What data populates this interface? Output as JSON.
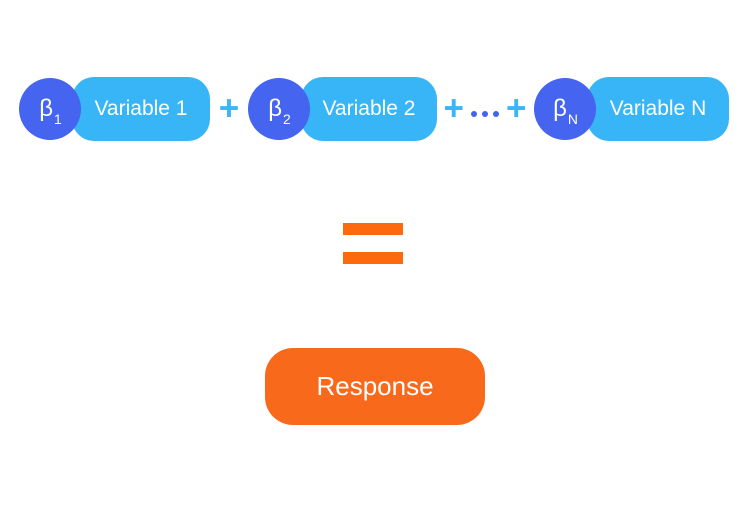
{
  "diagram": {
    "title_hint": "linear-model-equation",
    "terms": [
      {
        "coefficient_base": "β",
        "coefficient_sub": "1",
        "variable": "Variable 1"
      },
      {
        "coefficient_base": "β",
        "coefficient_sub": "2",
        "variable": "Variable 2"
      },
      {
        "coefficient_base": "β",
        "coefficient_sub": "N",
        "variable": "Variable N"
      }
    ],
    "operators": {
      "plus": "+",
      "ellipsis_dot_count": 3
    },
    "equals_symbol": "=",
    "response_label": "Response"
  },
  "colors": {
    "coefficient_circle": "#4564ef",
    "variable_pill": "#38b5f6",
    "plus_sign": "#3ab6f7",
    "ellipsis_dots": "#4163ee",
    "equals_sign": "#fd6a0d",
    "response_pill": "#f8691c",
    "label_text": "#ffffff",
    "background": "#ffffff"
  }
}
